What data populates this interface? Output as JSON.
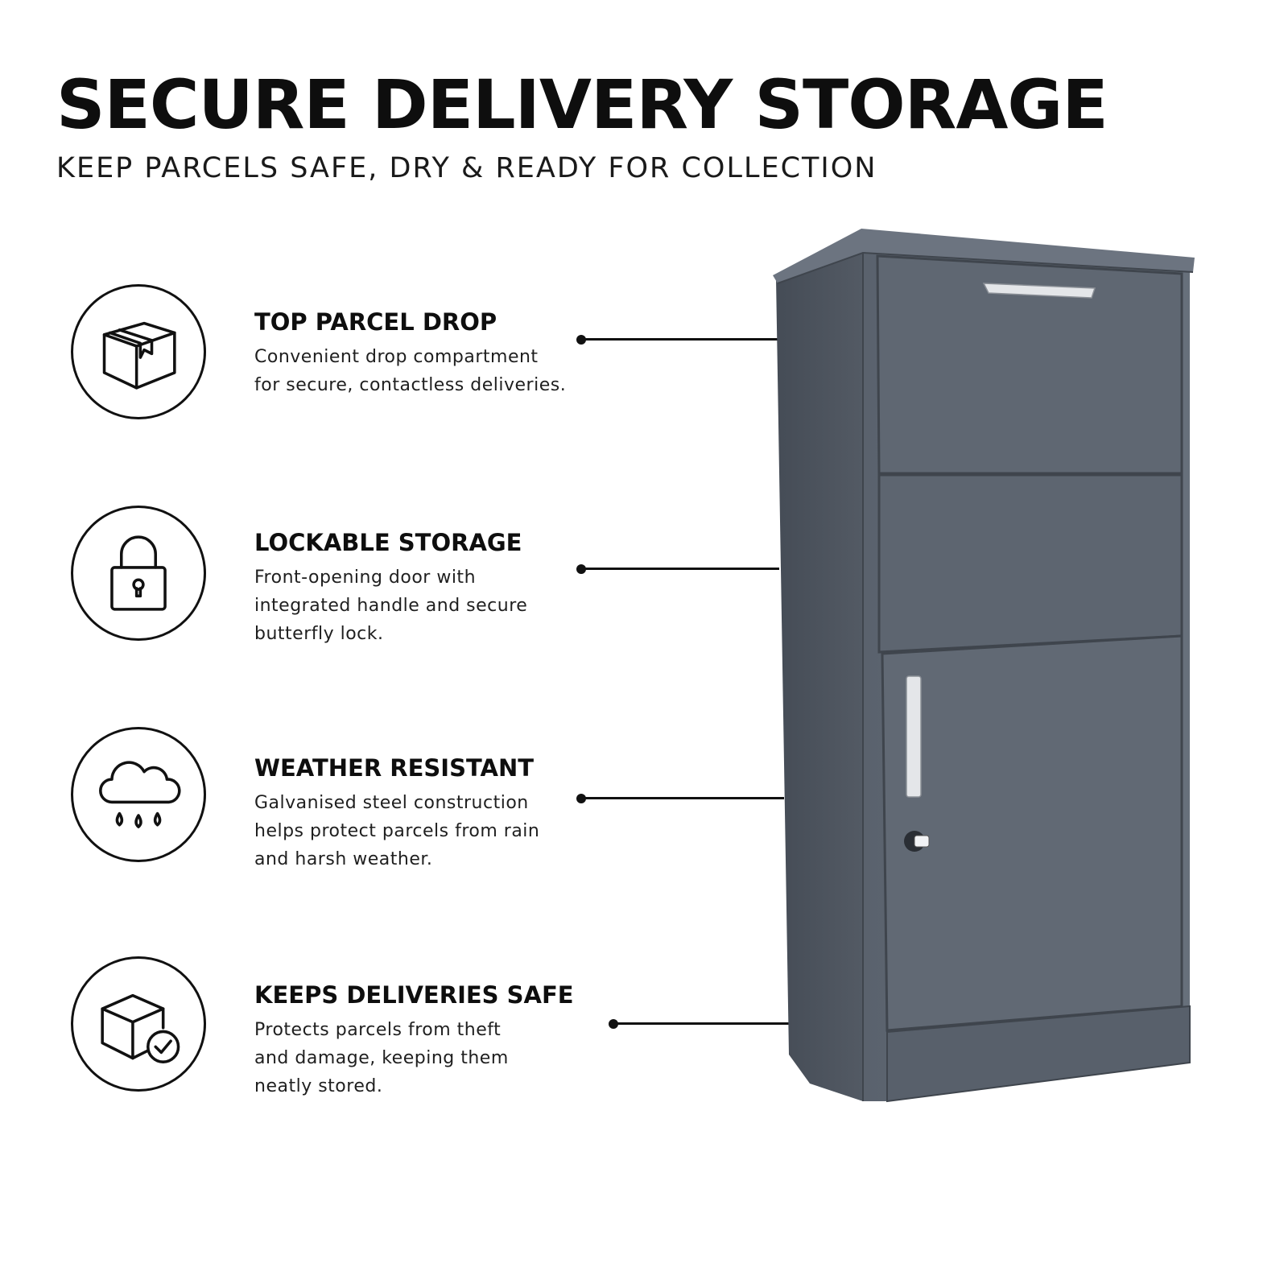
{
  "headline": "SECURE DELIVERY STORAGE",
  "subheadline": "KEEP PARCELS SAFE, DRY & READY FOR COLLECTION",
  "features": [
    {
      "icon": "parcel-box-icon",
      "title": "TOP PARCEL DROP",
      "description": "Convenient drop compartment for secure, contactless deliveries."
    },
    {
      "icon": "padlock-icon",
      "title": "LOCKABLE STORAGE",
      "description": "Front-opening door with integrated handle and secure butterfly lock."
    },
    {
      "icon": "rain-cloud-icon",
      "title": "WEATHER RESISTANT",
      "description": "Galvanised steel construction helps protect parcels from rain and harsh weather."
    },
    {
      "icon": "box-checkmark-icon",
      "title": "KEEPS DELIVERIES SAFE",
      "description": "Protects parcels from theft and damage, keeping them neatly stored."
    }
  ],
  "colors": {
    "product_front": "#5c6470",
    "product_side": "#4a515b",
    "product_top": "#6a727e",
    "handle": "#e2e4e7",
    "text": "#111111"
  }
}
